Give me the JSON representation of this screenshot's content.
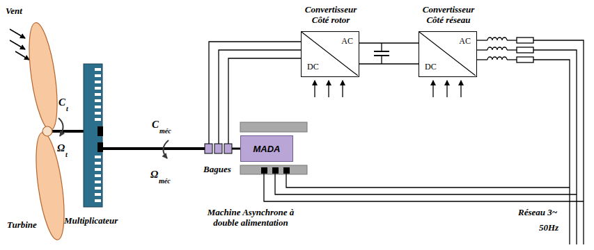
{
  "diagram": {
    "nodes": [
      {
        "text": [
          "Convertisseur Côté rotor",
          "AC",
          "DC"
        ]
      },
      {
        "text": [
          "Convertisseur Côté réseau",
          "AC",
          "DC"
        ]
      },
      {
        "text": [
          "MADA"
        ]
      }
    ],
    "edges": [
      {
        "from": 2,
        "to": 0,
        "arrow": "none"
      },
      {
        "from": 0,
        "to": 1,
        "arrow": "none"
      }
    ],
    "labels": [
      "Vent",
      "C",
      "t",
      "Ω",
      "t",
      "Turbine",
      "Multiplicateur",
      "C",
      "méc",
      "Ω",
      "méc",
      "Bagues",
      "Machine Asynchrone à double alimentation",
      "Réseau 3~",
      "50Hz"
    ]
  }
}
